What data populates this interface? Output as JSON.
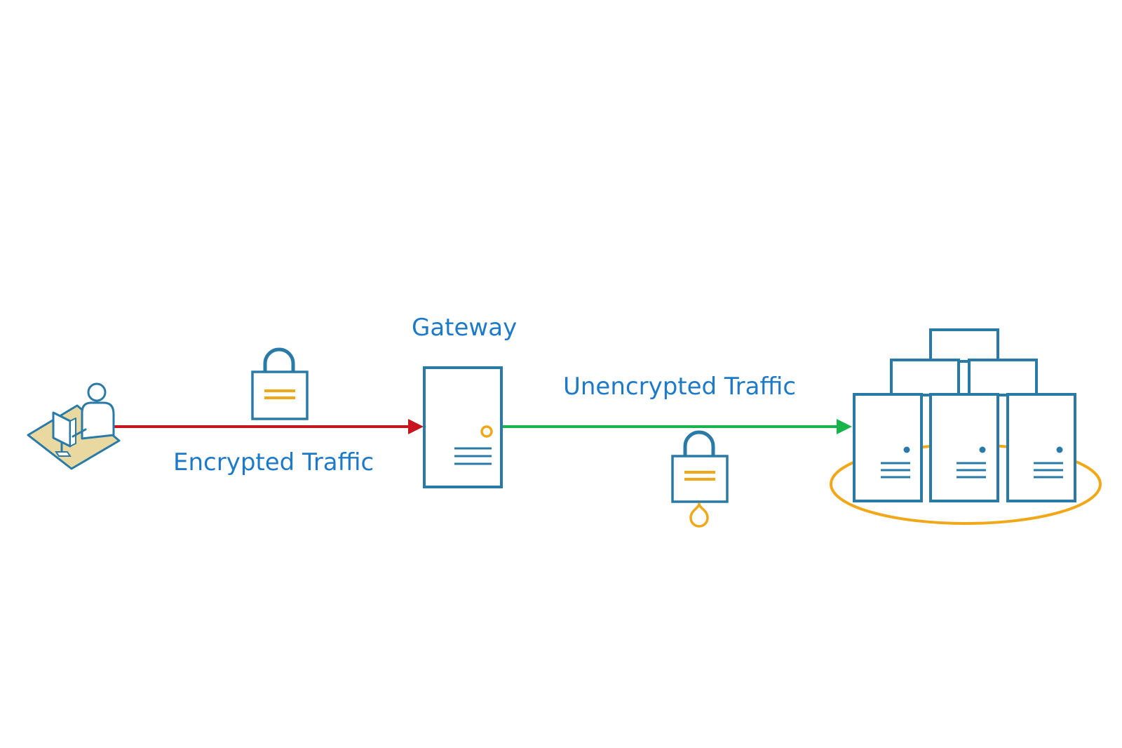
{
  "labels": {
    "gateway": "Gateway",
    "unencrypted_traffic": "Unencrypted Traffic",
    "encrypted_traffic": "Encrypted Traffic"
  },
  "colors": {
    "outline_blue": "#2a7aa8",
    "label_blue": "#1e7ac8",
    "accent_orange": "#f0a818",
    "encrypted_line": "#c8141e",
    "unencrypted_line": "#1ab24a",
    "desk_fill": "#e9d9a0"
  },
  "icons": {
    "user": "user-at-workstation-icon",
    "locked": "locked-padlock-icon",
    "unlocked": "unlocked-padlock-with-key-icon",
    "gateway": "gateway-server-icon",
    "cluster": "server-cluster-icon"
  }
}
